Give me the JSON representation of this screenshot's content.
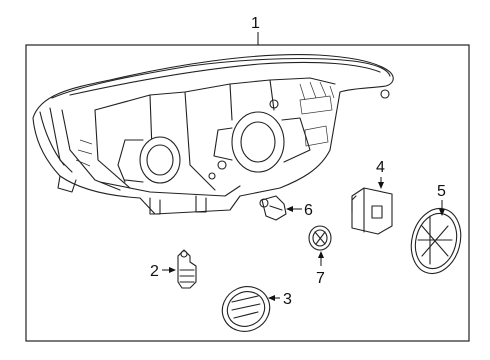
{
  "callouts": {
    "c1": "1",
    "c2": "2",
    "c3": "3",
    "c4": "4",
    "c5": "5",
    "c6": "6",
    "c7": "7"
  },
  "colors": {
    "line": "#222222",
    "background": "#ffffff"
  }
}
